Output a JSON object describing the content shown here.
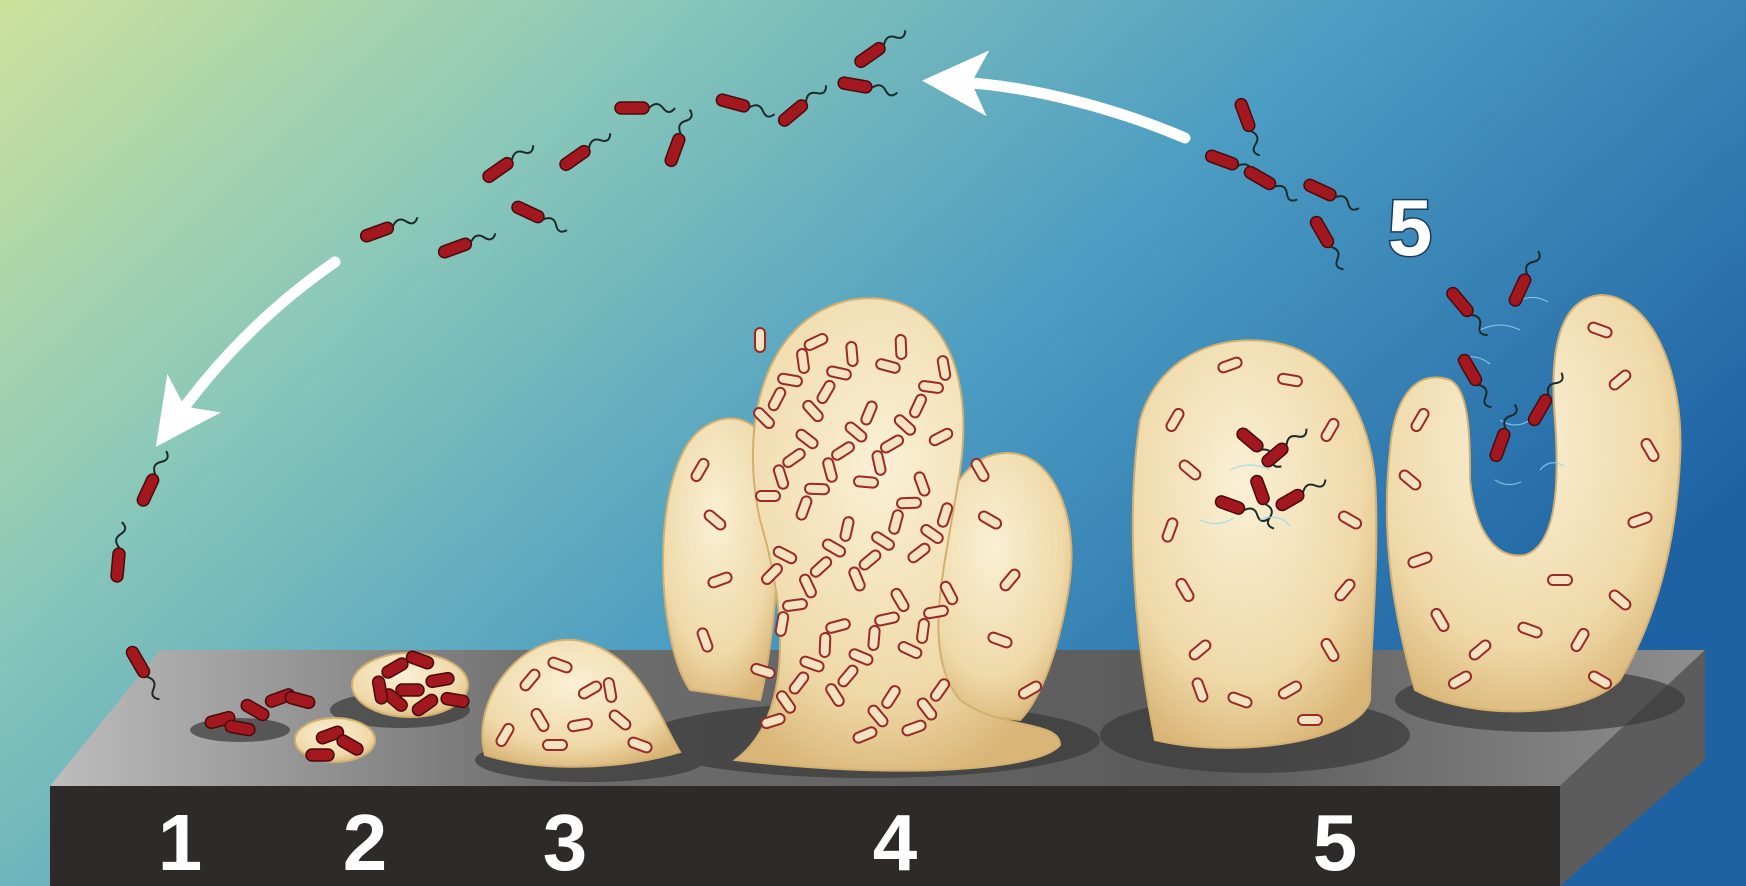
{
  "stages": [
    {
      "id": "1",
      "label": "1"
    },
    {
      "id": "2",
      "label": "2"
    },
    {
      "id": "3",
      "label": "3"
    },
    {
      "id": "4",
      "label": "4"
    },
    {
      "id": "5",
      "label": "5"
    }
  ],
  "dispersal_label": "5",
  "colors": {
    "sky_top_left": "#c9dc9a",
    "sky_mid": "#6fbcc6",
    "sky_right": "#2b73ad",
    "biofilm": "#efdcb0",
    "biofilm_edge": "#d8b877",
    "bacterium": "#a3171f",
    "bacterium_outline": "#4a0a0c",
    "embedded_cell_fill": "#f3e3c0",
    "embedded_cell_stroke": "#9a2a28",
    "surface_top": "#8a8a8a",
    "surface_front": "#2e2a2a",
    "arrow": "#ffffff"
  },
  "icons": [
    "bacterium-icon",
    "curved-arrow-icon"
  ]
}
